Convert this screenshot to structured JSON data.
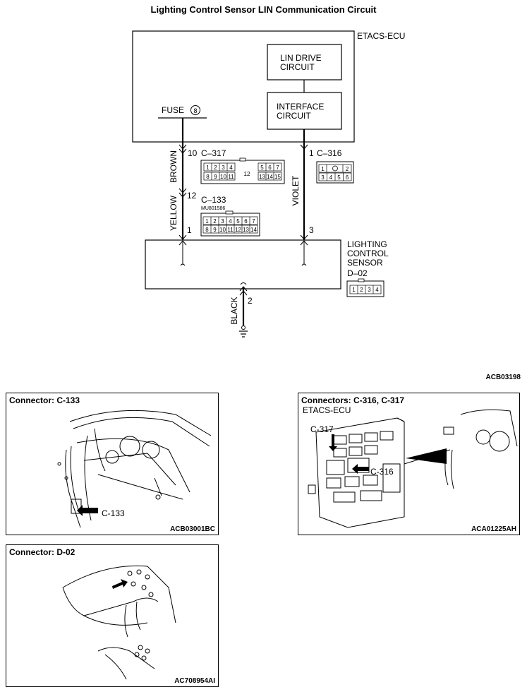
{
  "title": "Lighting Control Sensor LIN Communication Circuit",
  "circuit": {
    "ecu_label": "ETACS-ECU",
    "lin_drive": [
      "LIN DRIVE",
      "CIRCUIT"
    ],
    "interface": [
      "INTERFACE",
      "CIRCUIT"
    ],
    "fuse_label": "FUSE",
    "fuse_number": "8",
    "wire_brown": "BROWN",
    "wire_yellow": "YELLOW",
    "wire_violet": "VIOLET",
    "wire_black": "BLACK",
    "pin_10": "10",
    "pin_12": "12",
    "pin_1_left": "1",
    "pin_1_right": "1",
    "pin_3": "3",
    "pin_2": "2",
    "conn_c317": "C–317",
    "conn_c316": "C–316",
    "conn_c133": "C–133",
    "conn_c133_part": "MU801586",
    "conn_d02": "D–02",
    "sensor_label": [
      "LIGHTING",
      "CONTROL",
      "SENSOR"
    ],
    "c317_pins_top": [
      "1",
      "2",
      "3",
      "4",
      "12",
      "5",
      "6",
      "7"
    ],
    "c317_pins_bottom": [
      "8",
      "9",
      "10",
      "11",
      "13",
      "14",
      "15"
    ],
    "c316_pins_top": [
      "1",
      "2"
    ],
    "c316_pins_bottom": [
      "3",
      "4",
      "5",
      "6"
    ],
    "c133_pins_top": [
      "1",
      "2",
      "3",
      "4",
      "5",
      "6",
      "7"
    ],
    "c133_pins_bottom": [
      "8",
      "9",
      "10",
      "11",
      "12",
      "13",
      "14"
    ],
    "d02_pins": [
      "1",
      "2",
      "3",
      "4"
    ]
  },
  "diagram_code": "ACB03198",
  "panels": {
    "c133": {
      "title": "Connector: C-133",
      "callout": "C-133",
      "code": "ACB03001BC"
    },
    "c316_317": {
      "title": "Connectors: C-316, C-317",
      "subtitle": "ETACS-ECU",
      "callout_317": "C-317",
      "callout_316": "C-316",
      "code": "ACA01225AH"
    },
    "d02": {
      "title": "Connector: D-02",
      "code": "AC708954AI"
    }
  }
}
